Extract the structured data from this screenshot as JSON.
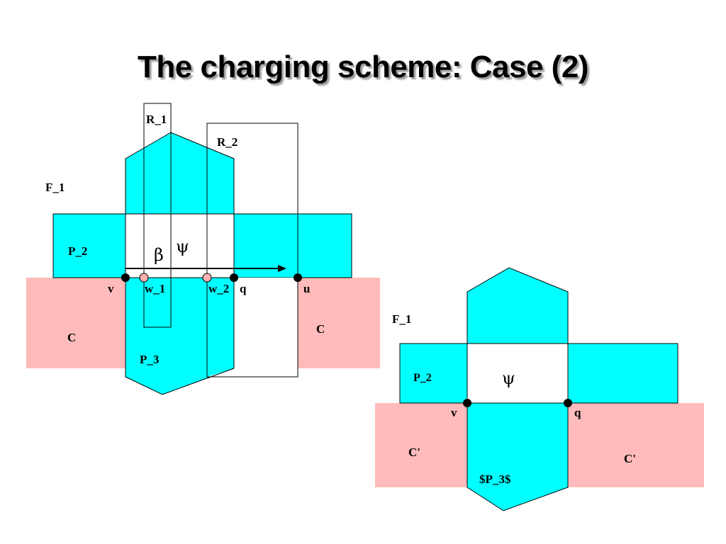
{
  "title": "The charging scheme: Case (2)",
  "colors": {
    "cyan": "#00FFFF",
    "pink": "#FFBBBB",
    "outline": "#000000",
    "dot": "#000000",
    "open_dot": "#FFB0B0"
  },
  "left_diagram": {
    "labels": {
      "r1": "R_1",
      "r2": "R_2",
      "f1": "F_1",
      "p2": "P_2",
      "p3": "P_3",
      "beta": "β",
      "psi": "ψ",
      "v": "v",
      "w1": "w_1",
      "w2": "w_2",
      "q": "q",
      "u": "u",
      "c_left": "C",
      "c_right": "C"
    }
  },
  "right_diagram": {
    "labels": {
      "f1": "F_1",
      "p2": "P_2",
      "psi": "ψ",
      "v": "v",
      "q": "q",
      "c_left": "C'",
      "c_right": "C'",
      "p3": "$P_3$"
    }
  }
}
